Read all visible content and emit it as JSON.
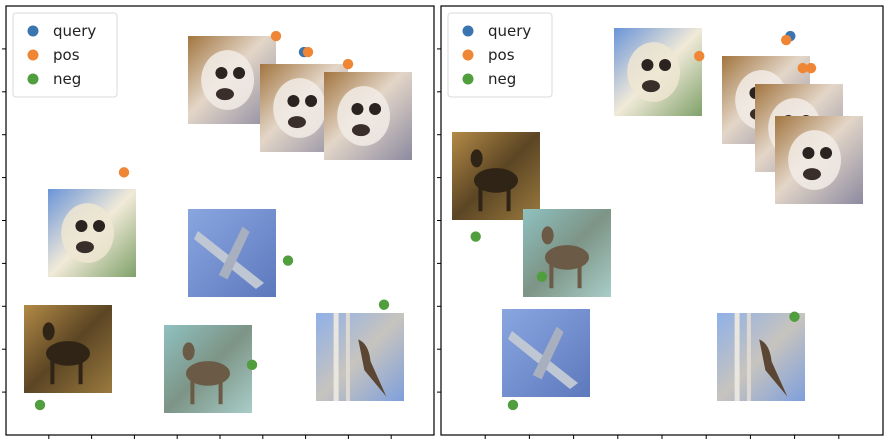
{
  "colors": {
    "query": "#3b75af",
    "pos": "#ef8636",
    "neg": "#519e3e"
  },
  "chart_data": [
    {
      "type": "scatter",
      "panel": "left",
      "title": "",
      "xlabel": "",
      "ylabel": "",
      "xlim": [
        0,
        10
      ],
      "ylim": [
        0,
        10
      ],
      "grid": false,
      "legend": {
        "position": "top-left",
        "entries": [
          "query",
          "pos",
          "neg"
        ]
      },
      "series": [
        {
          "name": "query",
          "points": [
            [
              7.1,
              9.2
            ]
          ]
        },
        {
          "name": "pos",
          "points": [
            [
              6.4,
              9.6
            ],
            [
              7.2,
              9.2
            ],
            [
              8.2,
              8.9
            ],
            [
              2.6,
              6.2
            ]
          ]
        },
        {
          "name": "neg",
          "points": [
            [
              6.7,
              4.0
            ],
            [
              5.8,
              1.4
            ],
            [
              9.1,
              2.9
            ],
            [
              0.5,
              0.4
            ]
          ]
        }
      ],
      "thumbnails": [
        {
          "label": "dog",
          "x": 5.3,
          "y": 8.5,
          "scheme": "dog"
        },
        {
          "label": "dog",
          "x": 7.1,
          "y": 7.8,
          "scheme": "dog"
        },
        {
          "label": "dog",
          "x": 8.7,
          "y": 7.6,
          "scheme": "dog"
        },
        {
          "label": "pug",
          "x": 1.8,
          "y": 4.7,
          "scheme": "pug"
        },
        {
          "label": "airplane",
          "x": 5.3,
          "y": 4.2,
          "scheme": "plane"
        },
        {
          "label": "deer",
          "x": 1.2,
          "y": 1.8,
          "scheme": "deer"
        },
        {
          "label": "deer",
          "x": 4.7,
          "y": 1.3,
          "scheme": "deer2"
        },
        {
          "label": "bird",
          "x": 8.5,
          "y": 1.6,
          "scheme": "bird"
        }
      ]
    },
    {
      "type": "scatter",
      "panel": "right",
      "title": "",
      "xlabel": "",
      "ylabel": "",
      "xlim": [
        0,
        10
      ],
      "ylim": [
        0,
        10
      ],
      "grid": false,
      "legend": {
        "position": "top-left",
        "entries": [
          "query",
          "pos",
          "neg"
        ]
      },
      "series": [
        {
          "name": "query",
          "points": [
            [
              8.1,
              9.6
            ]
          ]
        },
        {
          "name": "pos",
          "points": [
            [
              8.0,
              9.5
            ],
            [
              5.9,
              9.1
            ],
            [
              8.4,
              8.8
            ],
            [
              8.6,
              8.8
            ]
          ]
        },
        {
          "name": "neg",
          "points": [
            [
              0.5,
              4.6
            ],
            [
              2.1,
              3.6
            ],
            [
              1.4,
              0.4
            ],
            [
              8.2,
              2.6
            ]
          ]
        }
      ],
      "thumbnails": [
        {
          "label": "pug",
          "x": 4.9,
          "y": 8.7,
          "scheme": "pug"
        },
        {
          "label": "dog",
          "x": 7.5,
          "y": 8.0,
          "scheme": "dog"
        },
        {
          "label": "deer",
          "x": 1.0,
          "y": 6.1,
          "scheme": "deer"
        },
        {
          "label": "dog",
          "x": 8.3,
          "y": 7.3,
          "scheme": "dog"
        },
        {
          "label": "dog",
          "x": 8.8,
          "y": 6.5,
          "scheme": "dog"
        },
        {
          "label": "deer",
          "x": 2.7,
          "y": 4.2,
          "scheme": "deer2"
        },
        {
          "label": "airplane",
          "x": 2.2,
          "y": 1.7,
          "scheme": "plane"
        },
        {
          "label": "bird",
          "x": 7.4,
          "y": 1.6,
          "scheme": "bird"
        }
      ]
    }
  ]
}
